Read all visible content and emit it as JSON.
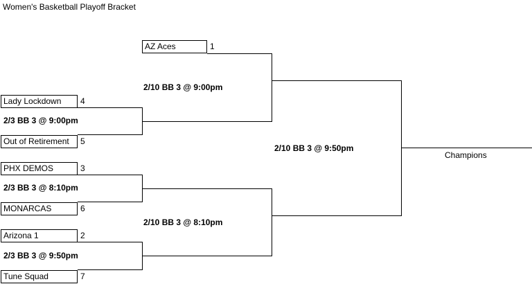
{
  "title": "Women's Basketball Playoff Bracket",
  "teams": [
    {
      "name": "AZ Aces",
      "seed": "1"
    },
    {
      "name": "Lady Lockdown",
      "seed": "4"
    },
    {
      "name": "Out of Retirement",
      "seed": "5"
    },
    {
      "name": "PHX DEMOS",
      "seed": "3"
    },
    {
      "name": "MONARCAS",
      "seed": "6"
    },
    {
      "name": "Arizona 1",
      "seed": "2"
    },
    {
      "name": "Tune Squad",
      "seed": "7"
    }
  ],
  "games": {
    "r1_a": "2/3 BB 3 @ 9:00pm",
    "r1_b": "2/3 BB 3 @ 8:10pm",
    "r1_c": "2/3 BB 3 @ 9:50pm",
    "semi_top": "2/10 BB 3 @ 9:00pm",
    "semi_bottom": "2/10 BB 3 @ 8:10pm",
    "final": "2/10 BB 3 @ 9:50pm"
  },
  "champions_label": "Champions"
}
